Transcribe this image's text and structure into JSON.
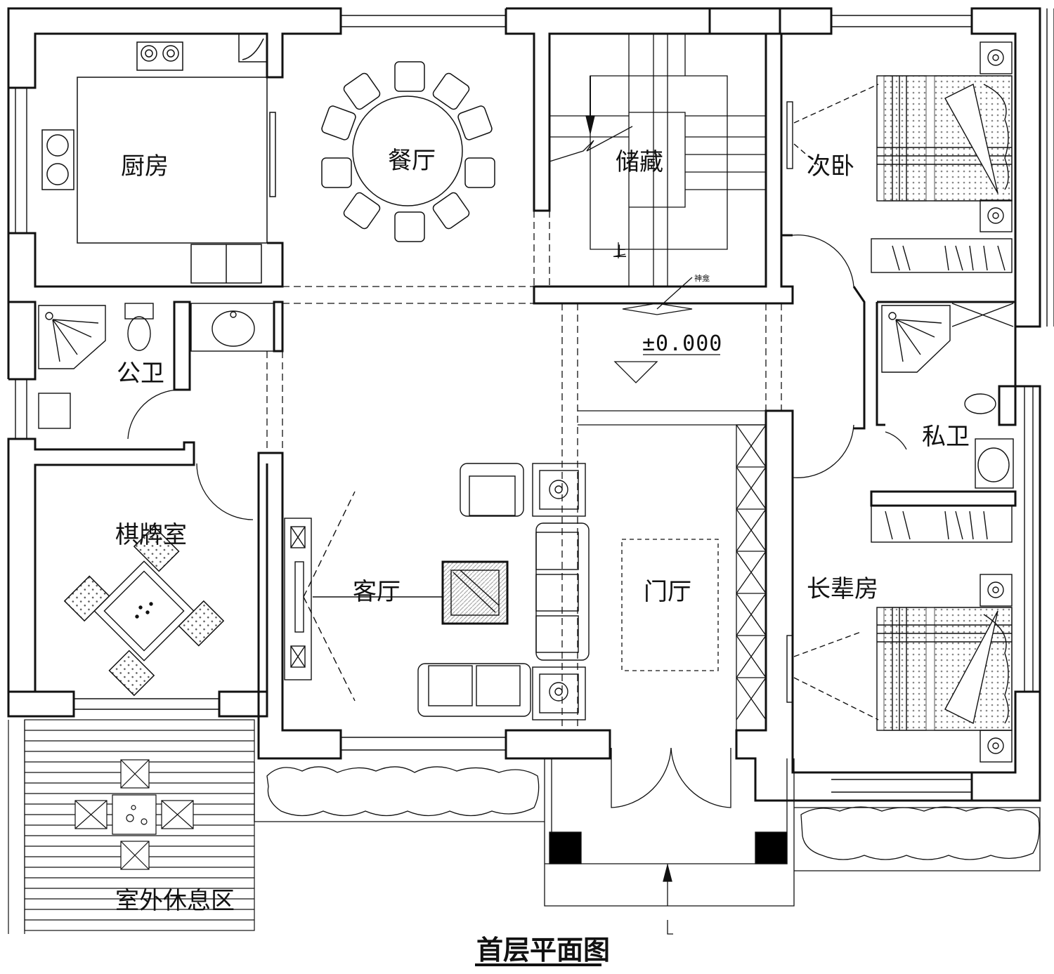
{
  "drawing": {
    "title": "首层平面图",
    "elevation": "±0.000",
    "niche_note": "神龛",
    "up_mark": "上"
  },
  "rooms": [
    {
      "id": "kitchen",
      "label": "厨房"
    },
    {
      "id": "dining",
      "label": "餐厅"
    },
    {
      "id": "storage",
      "label": "储藏"
    },
    {
      "id": "second-bedroom",
      "label": "次卧"
    },
    {
      "id": "public-bathroom",
      "label": "公卫"
    },
    {
      "id": "private-bathroom",
      "label": "私卫"
    },
    {
      "id": "chess-room",
      "label": "棋牌室"
    },
    {
      "id": "living-room",
      "label": "客厅"
    },
    {
      "id": "foyer",
      "label": "门厅"
    },
    {
      "id": "elder-room",
      "label": "长辈房"
    },
    {
      "id": "outdoor-rest-area",
      "label": "室外休息区"
    }
  ],
  "colors": {
    "line": "#111111",
    "background": "#ffffff",
    "column": "#000000"
  }
}
